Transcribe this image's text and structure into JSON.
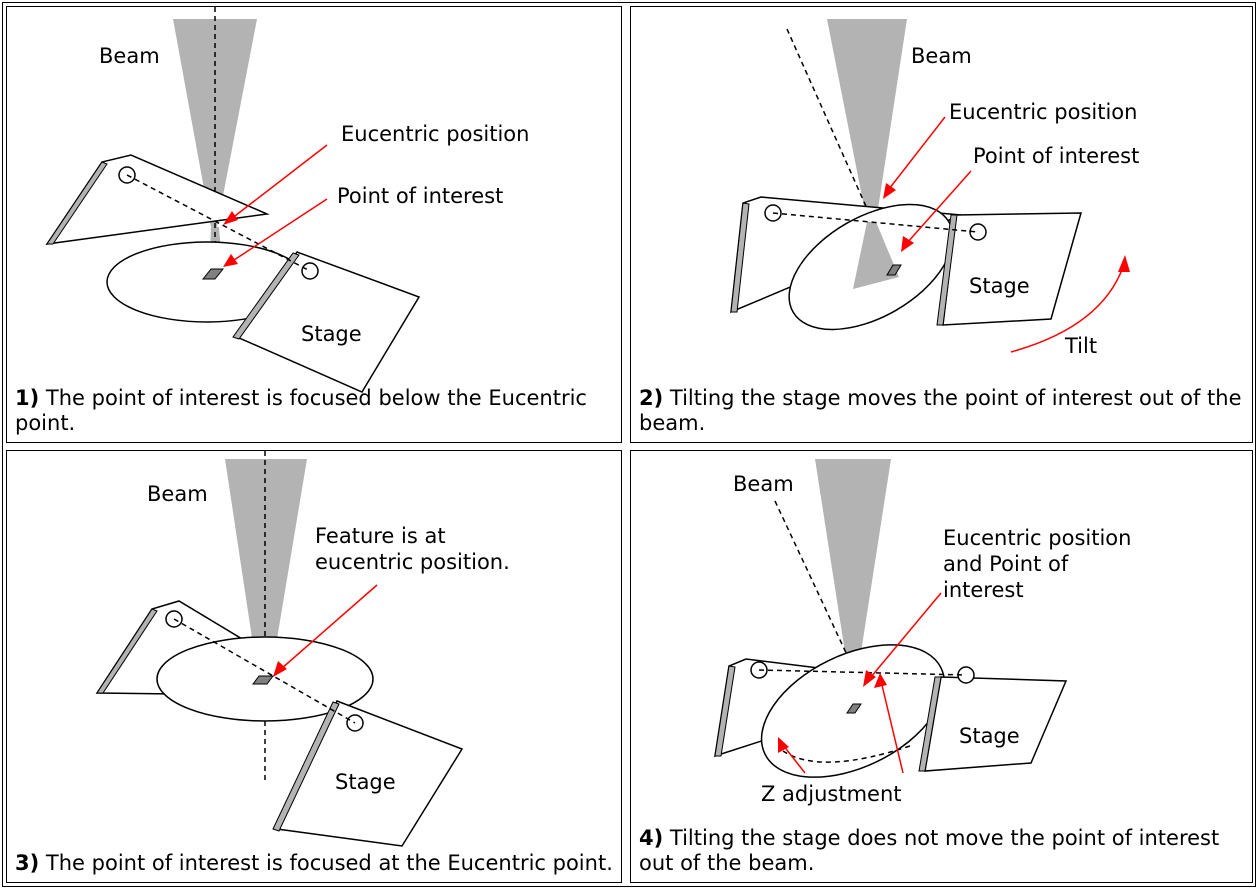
{
  "panels": [
    {
      "number": "1)",
      "caption": "The point of interest is focused below the Eucentric point.",
      "labels": {
        "beam": "Beam",
        "eucentric": "Eucentric position",
        "poi": "Point of interest",
        "stage": "Stage"
      }
    },
    {
      "number": "2)",
      "caption": "Tilting the stage moves the point of interest out of the beam.",
      "labels": {
        "beam": "Beam",
        "eucentric": "Eucentric position",
        "poi": "Point of interest",
        "stage": "Stage",
        "tilt": "Tilt"
      }
    },
    {
      "number": "3)",
      "caption": "The point of interest is focused at the Eucentric point.",
      "labels": {
        "beam": "Beam",
        "feature": "Feature is at eucentric position.",
        "stage": "Stage"
      }
    },
    {
      "number": "4)",
      "caption": "Tilting the stage does not move the point of interest out of the beam.",
      "labels": {
        "beam": "Beam",
        "eucentric_poi": "Eucentric position and Point of interest",
        "stage": "Stage",
        "z_adjust": "Z adjustment"
      }
    }
  ],
  "colors": {
    "beam": "#b3b3b3",
    "arrow": "#ff0000",
    "line": "#000000",
    "stage_edge": "#b3b3b3"
  }
}
